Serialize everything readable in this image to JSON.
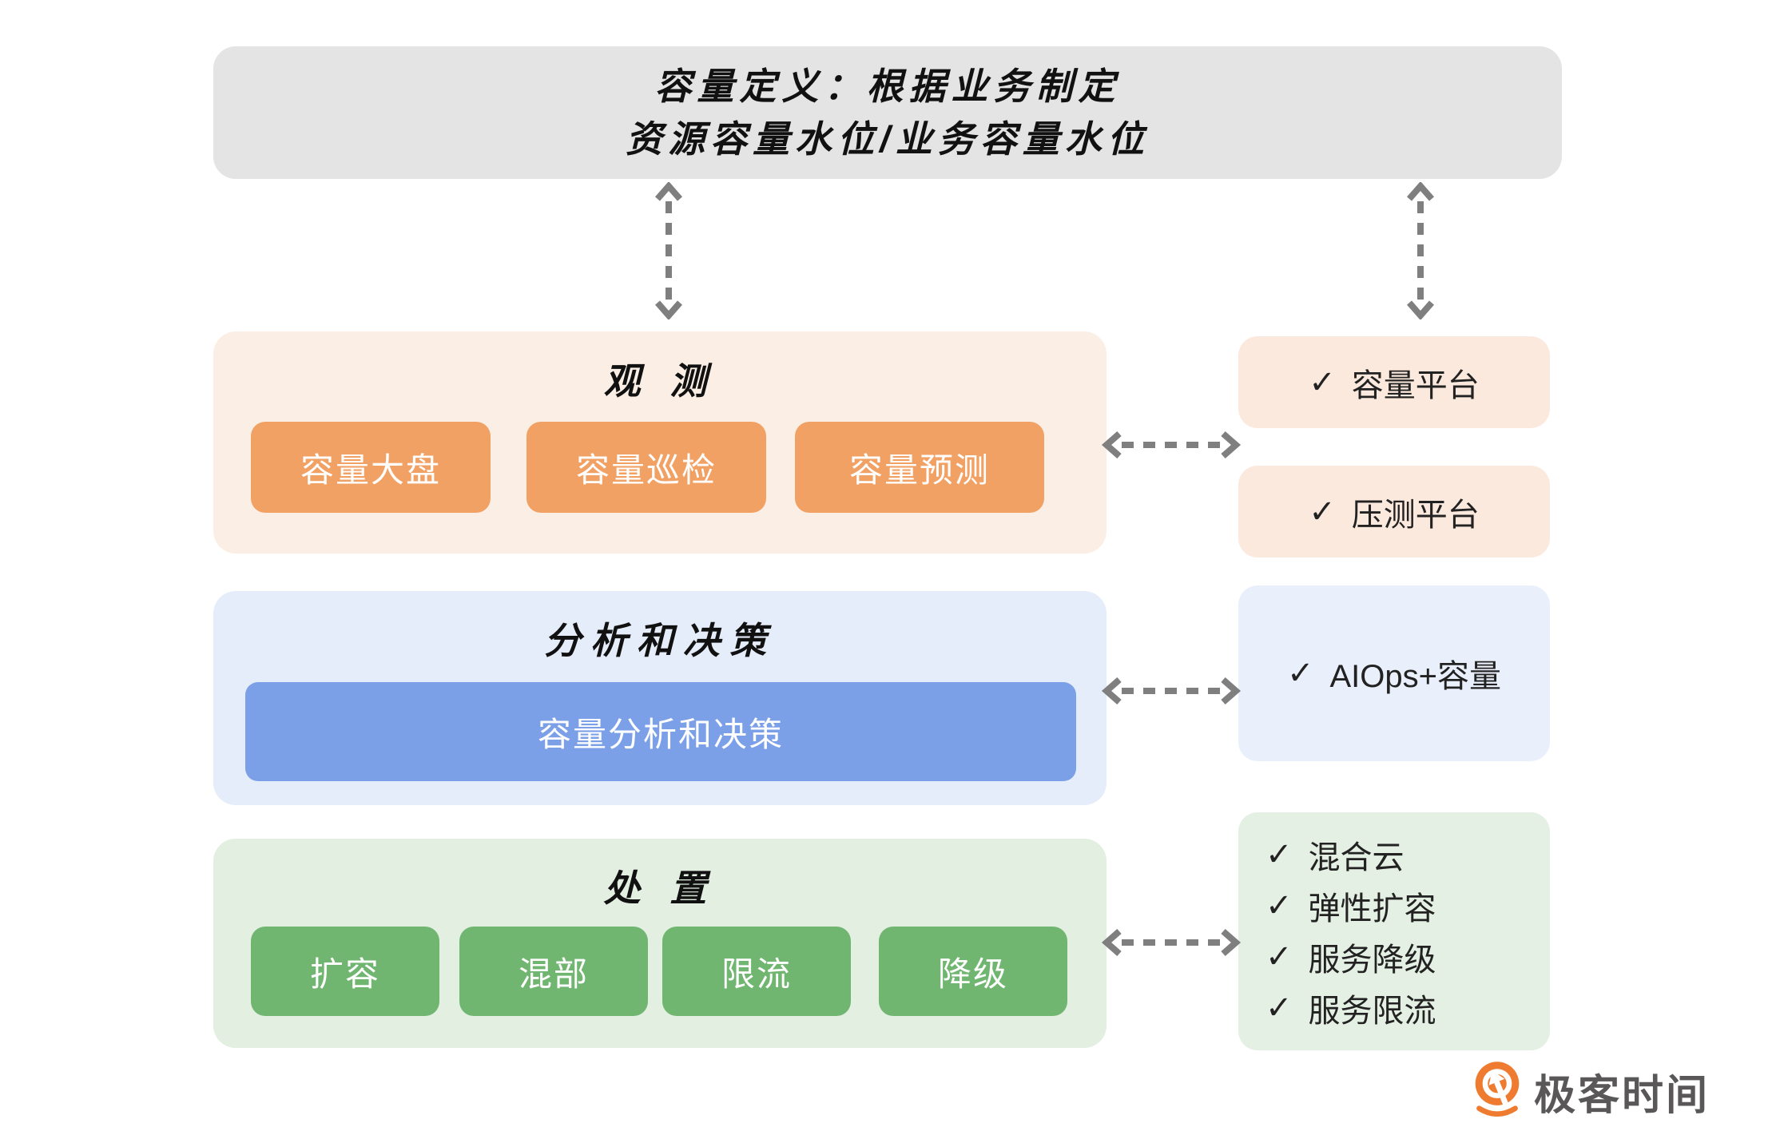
{
  "colors": {
    "top_box_bg": "#E4E4E4",
    "observe_bg": "#FBEFE5",
    "observe_button_bg": "#F2A164",
    "platform_box_bg": "#FCE9DE",
    "analysis_bg": "#E6EDFA",
    "analysis_bar_bg": "#7CA0E8",
    "aiops_box_bg": "#EAF0FB",
    "handle_bg": "#E2EFE1",
    "handle_button_bg": "#70B670",
    "side_green_bg": "#E4F0E3",
    "arrow": "#7F7F7F",
    "logo_orange": "#EE7B2F",
    "logo_text_color": "#595757"
  },
  "header": {
    "line1": "容量定义：根据业务制定",
    "line2": "资源容量水位/业务容量水位"
  },
  "sections": {
    "observe": {
      "title": "观 测",
      "buttons": [
        "容量大盘",
        "容量巡检",
        "容量预测"
      ],
      "platforms": [
        {
          "check": "✓",
          "label": "容量平台"
        },
        {
          "check": "✓",
          "label": "压测平台"
        }
      ]
    },
    "analysis": {
      "title": "分析和决策",
      "bar": "容量分析和决策",
      "side": {
        "check": "✓",
        "label": "AIOps+容量"
      }
    },
    "handle": {
      "title": "处 置",
      "buttons": [
        "扩容",
        "混部",
        "限流",
        "降级"
      ],
      "side": [
        {
          "check": "✓",
          "label": "混合云"
        },
        {
          "check": "✓",
          "label": "弹性扩容"
        },
        {
          "check": "✓",
          "label": "服务降级"
        },
        {
          "check": "✓",
          "label": "服务限流"
        }
      ]
    }
  },
  "logo": {
    "text": "极客时间"
  }
}
